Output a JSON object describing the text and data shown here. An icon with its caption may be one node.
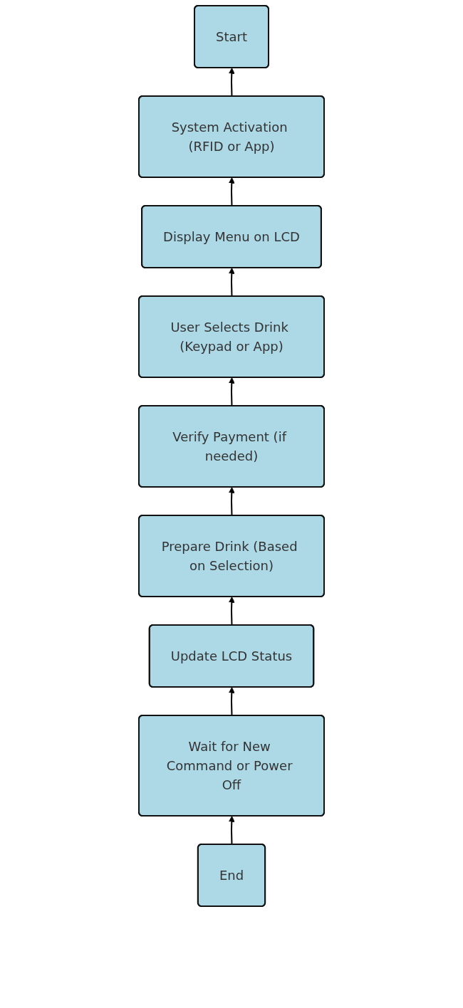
{
  "diagram": {
    "nodes": [
      {
        "text": [
          "Start"
        ]
      },
      {
        "text": [
          "System Activation (RFID or App)"
        ]
      },
      {
        "text": [
          "Display Menu on LCD"
        ]
      },
      {
        "text": [
          "User Selects Drink (Keypad or App)"
        ]
      },
      {
        "text": [
          "Verify Payment (if needed)"
        ]
      },
      {
        "text": [
          "Prepare Drink (Based on Selection)"
        ]
      },
      {
        "text": [
          "Update LCD Status"
        ]
      },
      {
        "text": [
          "Wait for New Command or Power Off"
        ]
      },
      {
        "text": [
          "End"
        ]
      }
    ],
    "edges": [
      {
        "from": 1,
        "to": 0,
        "arrow": "to"
      },
      {
        "from": 2,
        "to": 1,
        "arrow": "to"
      },
      {
        "from": 3,
        "to": 2,
        "arrow": "to"
      },
      {
        "from": 4,
        "to": 3,
        "arrow": "to"
      },
      {
        "from": 5,
        "to": 4,
        "arrow": "to"
      },
      {
        "from": 6,
        "to": 5,
        "arrow": "to"
      },
      {
        "from": 7,
        "to": 6,
        "arrow": "to"
      },
      {
        "from": 8,
        "to": 7,
        "arrow": "to"
      }
    ]
  }
}
